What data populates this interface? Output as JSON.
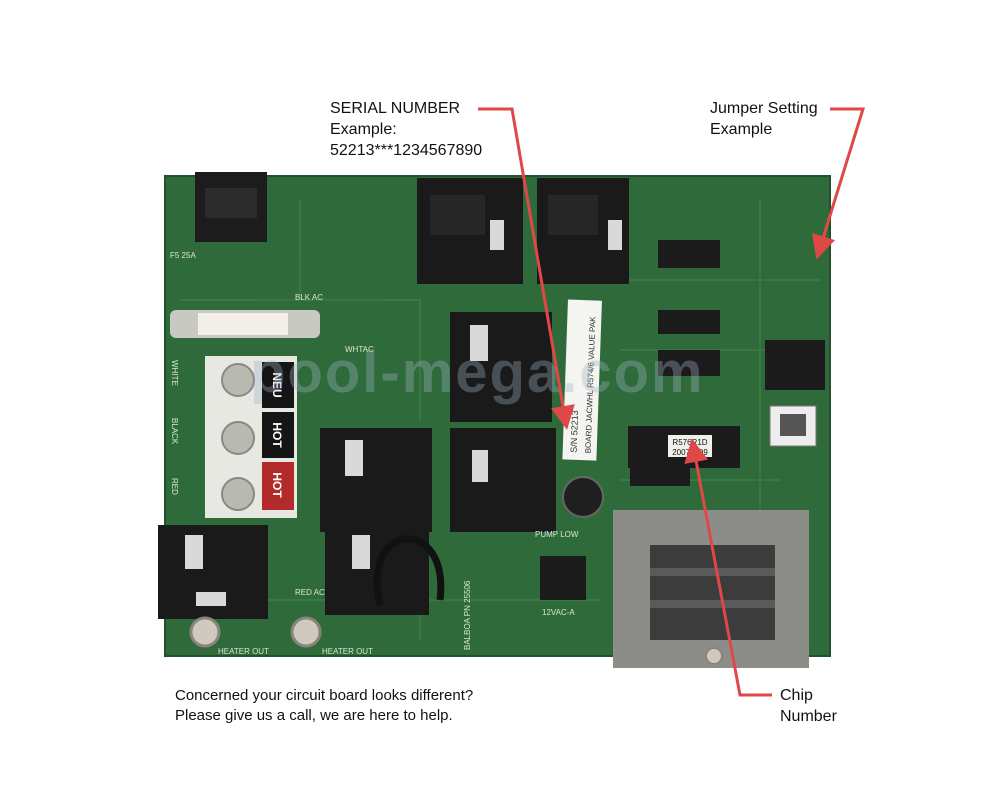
{
  "callouts": {
    "serial_number": {
      "title": "SERIAL NUMBER",
      "line2": "Example:",
      "line3": "52213***1234567890"
    },
    "jumper_setting": {
      "line1": "Jumper Setting",
      "line2": "Example"
    },
    "chip_number": {
      "line1": "Chip",
      "line2": "Number"
    }
  },
  "footer": {
    "line1": "Concerned your circuit board looks different?",
    "line2": "Please give us a call, we are here to help."
  },
  "board_labels": {
    "terminal_neu": "NEU",
    "terminal_hot_1": "HOT",
    "terminal_hot_2": "HOT",
    "chip_label": "R576R1D",
    "chip_date": "20070109",
    "serial_sticker": "S/N 52213",
    "board_sticker": "BOARD JACWHL R574/6 VALUE PAK",
    "watermark": "pool-mega.com",
    "fuse_label": "F5 25A",
    "heater_out_1": "HEATER OUT",
    "heater_out_2": "HEATER OUT",
    "pump_low": "PUMP LOW",
    "balboa": "BALBOA PN 25506",
    "vac": "12VAC-A",
    "blk_ac": "BLK AC",
    "red_ac": "RED AC",
    "whtac": "WHTAC",
    "white": "WHITE",
    "black": "BLACK",
    "red": "RED"
  },
  "colors": {
    "pcb_green": "#2f6b3a",
    "arrow_red": "#e04848",
    "relay_black": "#1a1a1a",
    "terminal_white": "#e8e8e2",
    "transformer_gray": "#8c8c88"
  }
}
